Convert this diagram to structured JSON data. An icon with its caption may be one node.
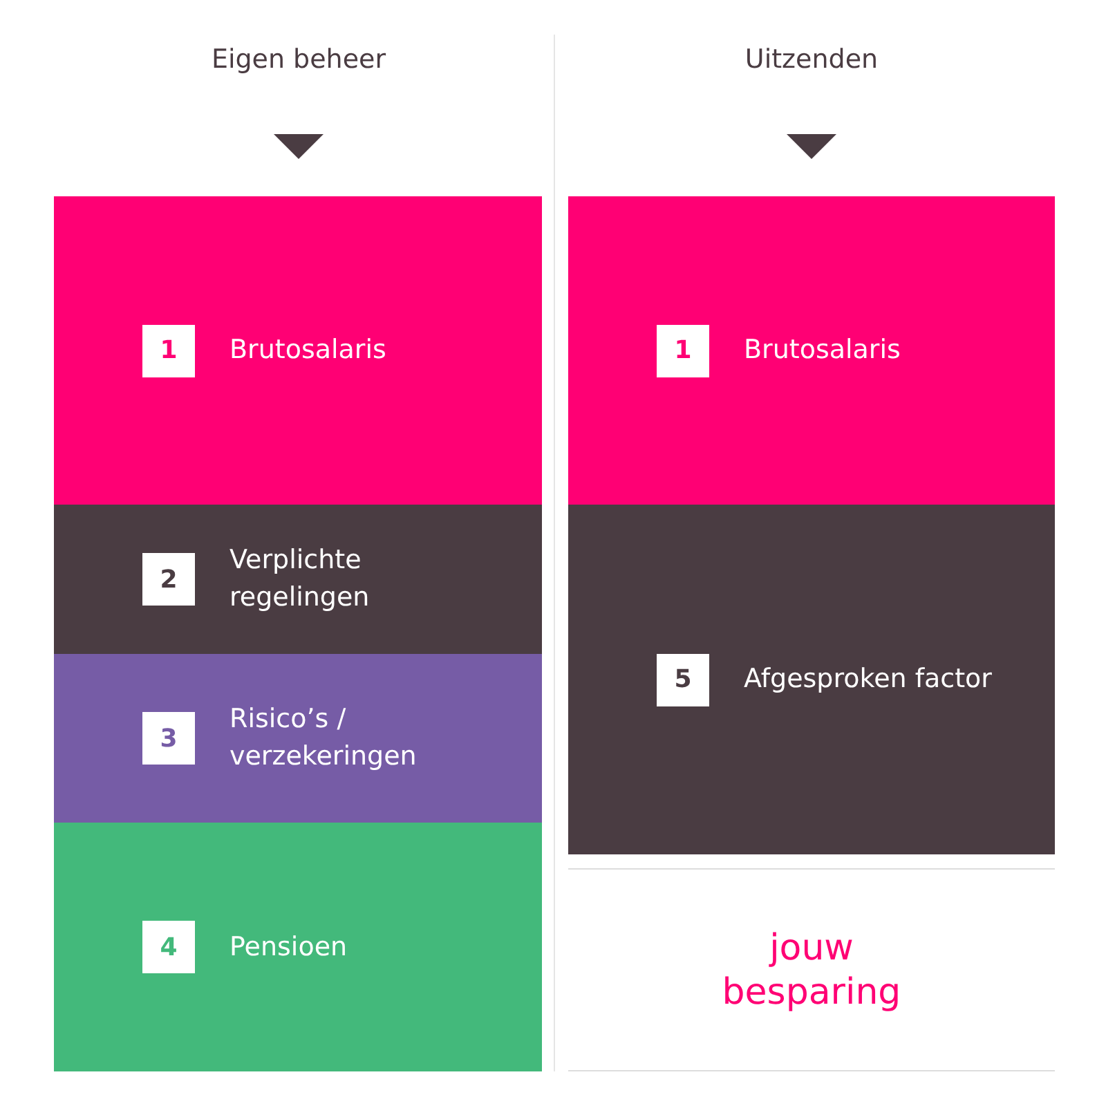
{
  "diagram": {
    "nodes": [
      {
        "text": [
          "Brutosalaris"
        ]
      },
      {
        "text": [
          "1"
        ],
        "in": 0
      },
      {
        "text": [
          "Verplichte regelingen"
        ]
      },
      {
        "text": [
          "2"
        ],
        "in": 2
      },
      {
        "text": [
          "Risico’s / verzekeringen"
        ]
      },
      {
        "text": [
          "3"
        ],
        "in": 4
      },
      {
        "text": [
          "Pensioen"
        ]
      },
      {
        "text": [
          "4"
        ],
        "in": 6
      },
      {
        "text": [
          "Brutosalaris"
        ]
      },
      {
        "text": [
          "1"
        ],
        "in": 8
      },
      {
        "text": [
          "Afgesproken factor"
        ]
      },
      {
        "text": [
          "5"
        ],
        "in": 10
      },
      {
        "text": [
          "jouw besparing"
        ]
      }
    ],
    "edges": [],
    "labels": [
      "Eigen beheer",
      "Uitzenden"
    ]
  }
}
